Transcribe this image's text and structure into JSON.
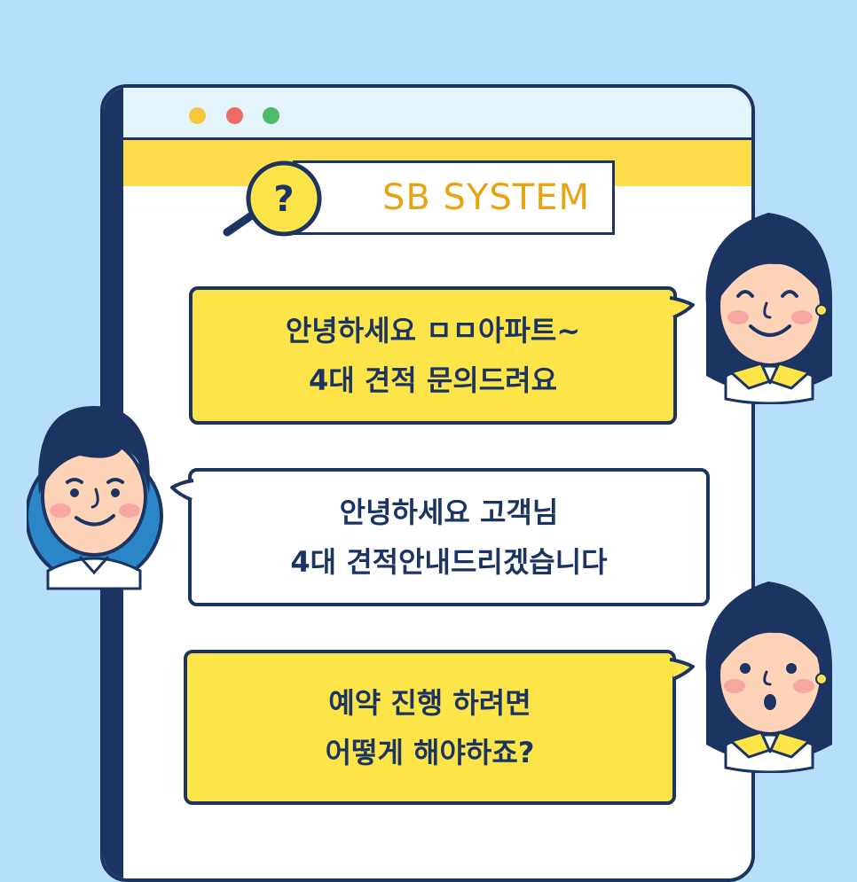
{
  "brand": {
    "logo_text": "SB SYSTEM",
    "logo_color": "#e8a312"
  },
  "window": {
    "controls": [
      "yellow-dot",
      "red-dot",
      "green-dot"
    ]
  },
  "messages": [
    {
      "speaker": "customer",
      "style": "yellow",
      "line1": "안녕하세요 ㅁㅁ아파트~",
      "line2": "4대 견적 문의드려요"
    },
    {
      "speaker": "agent",
      "style": "white",
      "line1": "안녕하세요 고객님",
      "line2": "4대 견적안내드리겠습니다"
    },
    {
      "speaker": "customer",
      "style": "yellow",
      "line1": "예약 진행 하려면",
      "line2": "어떻게 해야하죠?"
    }
  ],
  "colors": {
    "background": "#b5dffb",
    "navy": "#1b3462",
    "yellow": "#fde449",
    "accent_orange": "#e8a312"
  },
  "icons": [
    "question-icon",
    "magnifier-icon",
    "woman-avatar",
    "man-avatar"
  ]
}
